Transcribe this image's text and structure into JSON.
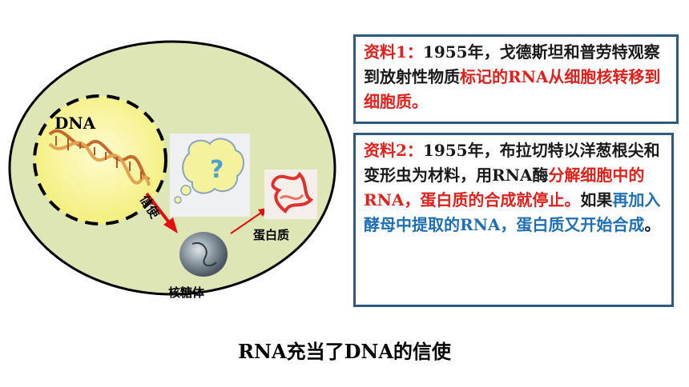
{
  "diagram": {
    "nucleus_label": "DNA",
    "messenger_label": "信使",
    "ribosome_label": "核糖体",
    "protein_label": "蛋白质"
  },
  "material1": {
    "title": "资料1：",
    "text_a": "1955年，戈德斯坦和普劳特观察到放射性物质",
    "text_b": "标记的RNA从细胞核转移到细胞质。"
  },
  "material2": {
    "title": "资料2：",
    "text_a": "1955年，布拉切特以洋葱根尖和变形虫为材料，用RNA酶",
    "text_b": "分解细胞中的RNA，蛋白质的合成就停止。",
    "text_c": "如果",
    "text_d": "再加入酵母中提取的RNA，蛋白质又开始合成",
    "text_e": "。"
  },
  "caption": "RNA充当了DNA的信使",
  "colors": {
    "cell_fill": "#dfe6b5",
    "nucleus_fill": "#f7f49a",
    "box_border": "#2f5a80",
    "emphasis_red": "#e0201b",
    "emphasis_blue": "#1f6fb3"
  }
}
